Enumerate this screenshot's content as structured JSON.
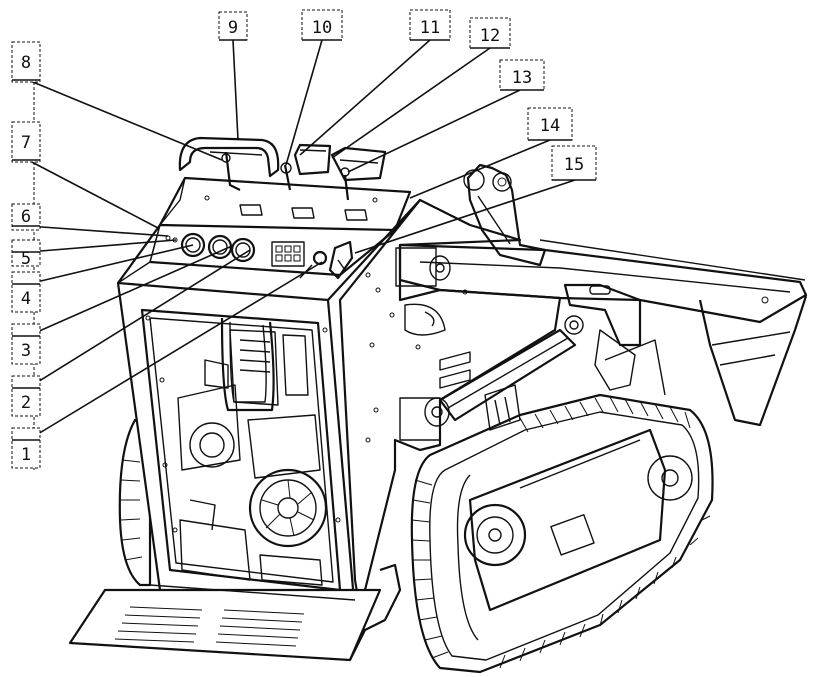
{
  "callouts": [
    {
      "id": "c1",
      "number": "1"
    },
    {
      "id": "c2",
      "number": "2"
    },
    {
      "id": "c3",
      "number": "3"
    },
    {
      "id": "c4",
      "number": "4"
    },
    {
      "id": "c5",
      "number": "5"
    },
    {
      "id": "c6",
      "number": "6"
    },
    {
      "id": "c7",
      "number": "7"
    },
    {
      "id": "c8",
      "number": "8"
    },
    {
      "id": "c9",
      "number": "9"
    },
    {
      "id": "c10",
      "number": "10"
    },
    {
      "id": "c11",
      "number": "11"
    },
    {
      "id": "c12",
      "number": "12"
    },
    {
      "id": "c13",
      "number": "13"
    },
    {
      "id": "c14",
      "number": "14"
    },
    {
      "id": "c15",
      "number": "15"
    }
  ]
}
